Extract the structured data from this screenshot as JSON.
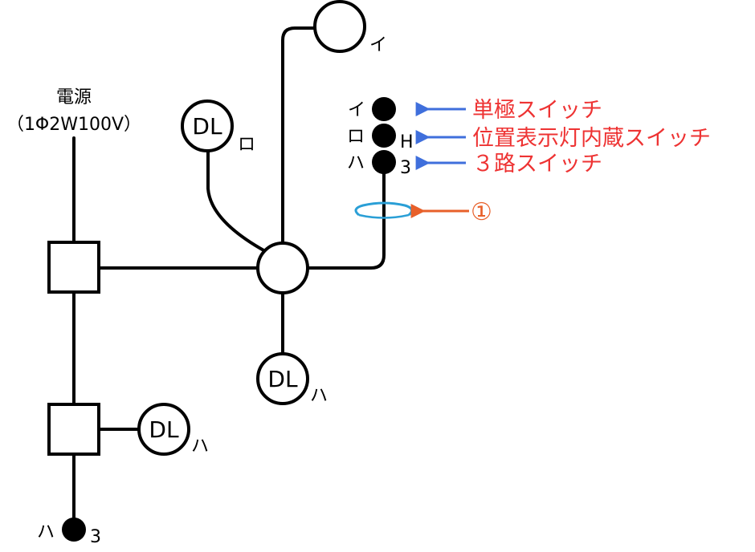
{
  "power": {
    "title": "電源",
    "spec": "（1Φ2W100V）"
  },
  "lights": {
    "i_label": "イ",
    "ro_text": "DL",
    "ro_label": "ロ",
    "ha_center_text": "DL",
    "ha_center_label": "ハ",
    "ha_left_text": "DL",
    "ha_left_label": "ハ"
  },
  "switches": {
    "i_label": "イ",
    "ro_label": "ロ",
    "ro_sub": "H",
    "ha_label": "ハ",
    "ha_sub": "3",
    "bottom_label": "ハ",
    "bottom_sub": "3"
  },
  "annotations": {
    "single_pole": "単極スイッチ",
    "position_lamp": "位置表示灯内蔵スイッチ",
    "three_way": "３路スイッチ",
    "marker": "①"
  },
  "colors": {
    "annotation_text": "#ee3333",
    "annotation_arrow": "#3f6fdc",
    "marker": "#e8602a",
    "ring": "#2a9fd6"
  }
}
